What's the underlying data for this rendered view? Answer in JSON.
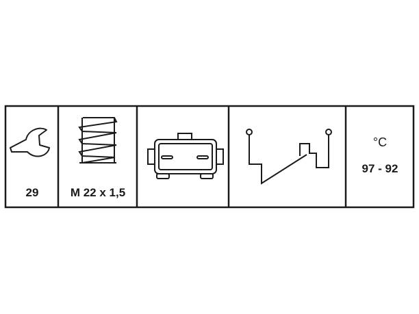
{
  "cells": [
    {
      "icon": "wrench-icon",
      "label": "29"
    },
    {
      "icon": "thread-icon",
      "label": "M 22 x 1,5"
    },
    {
      "icon": "connector-icon",
      "label": ""
    },
    {
      "icon": "switch-symbol-icon",
      "label": ""
    },
    {
      "icon": "temperature-icon",
      "unit": "°C",
      "label": "97 - 92"
    }
  ],
  "colors": {
    "line": "#1a1a1a",
    "background": "#ffffff"
  }
}
